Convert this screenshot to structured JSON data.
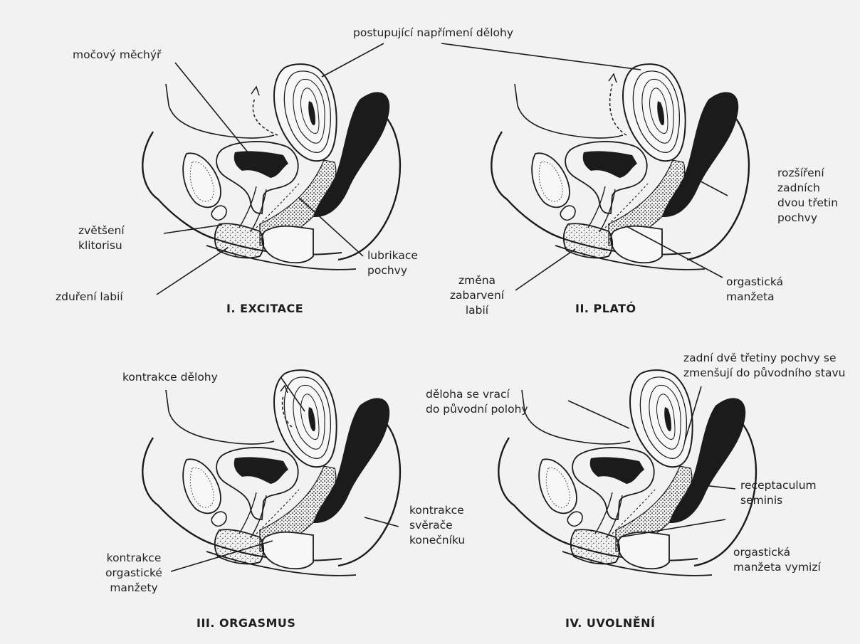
{
  "colors": {
    "background": "#f2f2f2",
    "ink": "#1b1b1b"
  },
  "panels": [
    {
      "title": "I. EXCITACE",
      "labels": {
        "bladder": "močový měchýř",
        "uterus": "postupující napřímení dělohy",
        "clitoris": "zvětšení\nklitorisu",
        "labia": "zduření labií",
        "lubrication": "lubrikace\npochvy"
      }
    },
    {
      "title": "II. PLATÓ",
      "labels": {
        "expansion": "rozšíření\nzadních\ndvou třetin\npochvy",
        "color_change": "změna\nzabarvení\nlabií",
        "cuff": "orgastická\nmanžeta"
      }
    },
    {
      "title": "III. ORGASMUS",
      "labels": {
        "uterus": "kontrakce dělohy",
        "sphincter": "kontrakce\nsvěrače\nkonečníku",
        "cuff": "kontrakce\norgastické\nmanžety"
      }
    },
    {
      "title": "IV. UVOLNĚNÍ",
      "labels": {
        "vagina": "zadní dvě třetiny pochvy se\nzmenšují do původního stavu",
        "uterus": "děloha se vrací\ndo původní polohy",
        "receptaculum": "receptaculum\nseminis",
        "cuff": "orgastická\nmanžeta vymizí"
      }
    }
  ]
}
